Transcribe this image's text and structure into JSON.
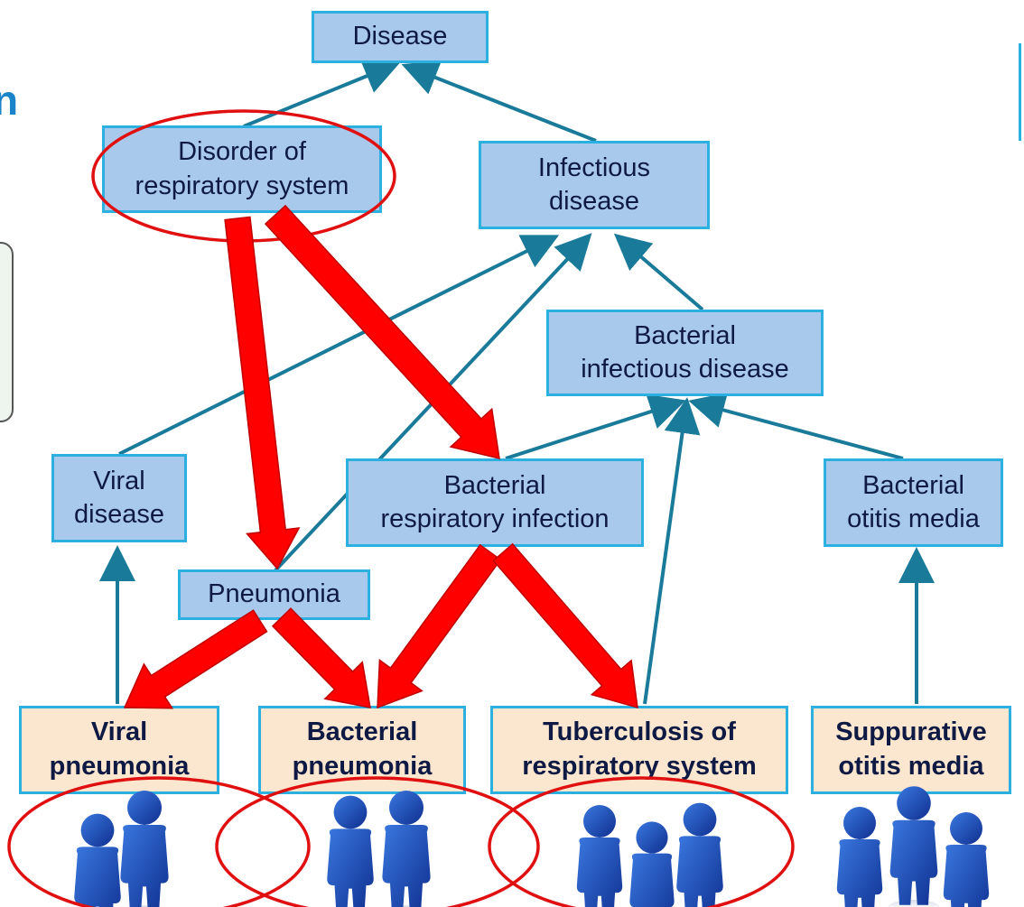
{
  "title_fragment": "n",
  "nodes": {
    "disease": "Disease",
    "disorder_resp": [
      "Disorder of",
      "respiratory system"
    ],
    "infectious": [
      "Infectious",
      "disease"
    ],
    "bacterial_infectious": [
      "Bacterial",
      "infectious disease"
    ],
    "viral_disease": [
      "Viral",
      "disease"
    ],
    "bacterial_resp_infection": [
      "Bacterial",
      "respiratory infection"
    ],
    "bacterial_otitis": [
      "Bacterial",
      "otitis media"
    ],
    "pneumonia": "Pneumonia"
  },
  "leaves": {
    "viral_pneumonia": [
      "Viral",
      "pneumonia"
    ],
    "bacterial_pneumonia": [
      "Bacterial",
      "pneumonia"
    ],
    "tuberculosis": [
      "Tuberculosis of",
      "respiratory system"
    ],
    "suppurative_otitis": [
      "Suppurative",
      "otitis media"
    ]
  },
  "colors": {
    "node_fill": "#a9c9ec",
    "node_border": "#2bb0e0",
    "leaf_fill": "#fbe6cf",
    "edge": "#1a7a9a",
    "highlight_arrow": "#ff0000",
    "ellipse": "#e01010",
    "person": "#1a4fc0"
  },
  "people_groups": [
    {
      "group": "viral_pneumonia",
      "count": 2
    },
    {
      "group": "bacterial_pneumonia",
      "count": 2
    },
    {
      "group": "tuberculosis",
      "count": 3
    },
    {
      "group": "suppurative_otitis",
      "count": 3
    }
  ]
}
